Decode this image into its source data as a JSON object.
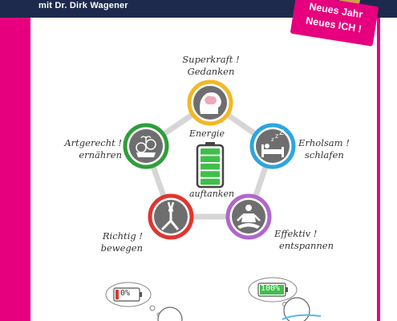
{
  "header": {
    "subtitle": "mit Dr. Dirk Wagener"
  },
  "badge": {
    "line1": "Neues Jahr",
    "line2": "Neues ICH !"
  },
  "diagram": {
    "center_top": "Energie",
    "center_bottom": "auftanken",
    "battery_level": 1.0,
    "nodes": [
      {
        "line1": "Superkraft !",
        "line2": "Gedanken",
        "icon": "head-brain-icon",
        "ring_color": "#f2b824"
      },
      {
        "line1": "Erholsam !",
        "line2": "schlafen",
        "icon": "sleeping-bed-icon",
        "ring_color": "#2ea5e0"
      },
      {
        "line1": "Effektiv !",
        "line2": "entspannen",
        "icon": "meditation-icon",
        "ring_color": "#b066cc"
      },
      {
        "line1": "Richtig !",
        "line2": "bewegen",
        "icon": "yoga-pose-icon",
        "ring_color": "#e0352f"
      },
      {
        "line1": "Artgerecht !",
        "line2": "ernähren",
        "icon": "vegetables-icon",
        "ring_color": "#2e9e3a"
      }
    ]
  },
  "sketch": {
    "low_battery_text": "0%",
    "full_battery_text": "100%"
  },
  "colors": {
    "navy": "#1d2a4d",
    "magenta": "#e6007e",
    "battery_green": "#3fbf4a"
  }
}
